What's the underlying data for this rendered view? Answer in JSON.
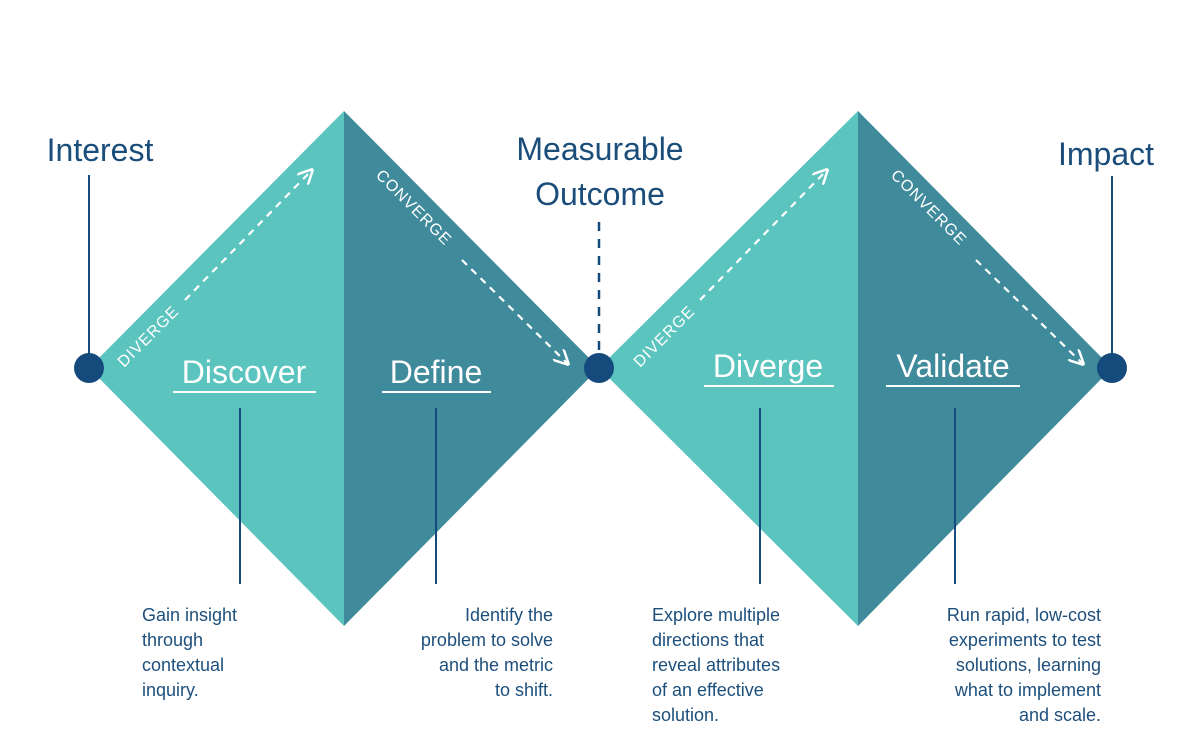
{
  "milestones": {
    "interest": "Interest",
    "measurable_outcome": [
      "Measurable",
      "Outcome"
    ],
    "impact": "Impact"
  },
  "phases": {
    "discover": "Discover",
    "define": "Define",
    "diverge": "Diverge",
    "validate": "Validate"
  },
  "arrow_labels": {
    "diverge_1": "DIVERGE",
    "converge_1": "CONVERGE",
    "diverge_2": "DIVERGE",
    "converge_2": "CONVERGE"
  },
  "descriptions": {
    "discover": [
      "Gain insight",
      "through",
      "contextual",
      "inquiry."
    ],
    "define": [
      "Identify the",
      "problem to solve",
      "and the metric",
      "to shift."
    ],
    "diverge": [
      "Explore multiple",
      "directions that",
      "reveal attributes",
      "of an effective",
      "solution."
    ],
    "validate": [
      "Run rapid, low-cost",
      "experiments to test",
      "solutions, learning",
      "what to implement",
      "and scale."
    ]
  },
  "colors": {
    "light_teal": "#5bc4bf",
    "dark_teal": "#3f8a9b",
    "navy": "#154a7c",
    "text_navy": "#1a4d7a"
  }
}
